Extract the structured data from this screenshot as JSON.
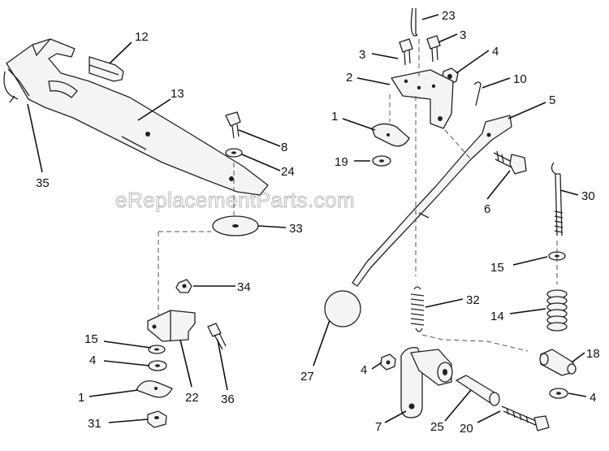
{
  "watermark": "eReplacementParts.com",
  "callouts": {
    "c12": "12",
    "c13": "13",
    "c35": "35",
    "c8": "8",
    "c24": "24",
    "c33": "33",
    "c34": "34",
    "c15a": "15",
    "c4a": "4",
    "c1a": "1",
    "c31": "31",
    "c22": "22",
    "c36": "36",
    "c23": "23",
    "c3a": "3",
    "c3b": "3",
    "c4b": "4",
    "c2": "2",
    "c10": "10",
    "c5": "5",
    "c1b": "1",
    "c19": "19",
    "c6": "6",
    "c30": "30",
    "c15b": "15",
    "c14": "14",
    "c32": "32",
    "c27": "27",
    "c4c": "4",
    "c18": "18",
    "c4d": "4",
    "c7": "7",
    "c25": "25",
    "c20": "20"
  }
}
